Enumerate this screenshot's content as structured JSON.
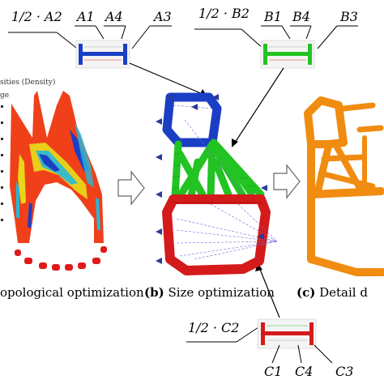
{
  "callouts": {
    "a": {
      "frac": "1/2 · A2",
      "labels": [
        "A1",
        "A4",
        "A3"
      ]
    },
    "b": {
      "frac": "1/2 · B2",
      "labels": [
        "B1",
        "B4",
        "B3"
      ]
    },
    "c": {
      "frac": "1/2 · C2",
      "labels": [
        "C1",
        "C4",
        "C3"
      ]
    }
  },
  "panels": {
    "left_caption": "opological optimization",
    "left_legend_fragment": "sities (Density)",
    "left_legend_fragment2": "ge",
    "middle_caption_letter": "(b)",
    "middle_caption_text": " Size optimization",
    "right_caption_letter": "(c)",
    "right_caption_text": " Detail d"
  },
  "colors": {
    "blue_frame": "#1a3fc4",
    "green_frame": "#22c322",
    "red_frame": "#d41a1a",
    "orange_frame": "#f08c10",
    "topo_red": "#f0401a"
  }
}
